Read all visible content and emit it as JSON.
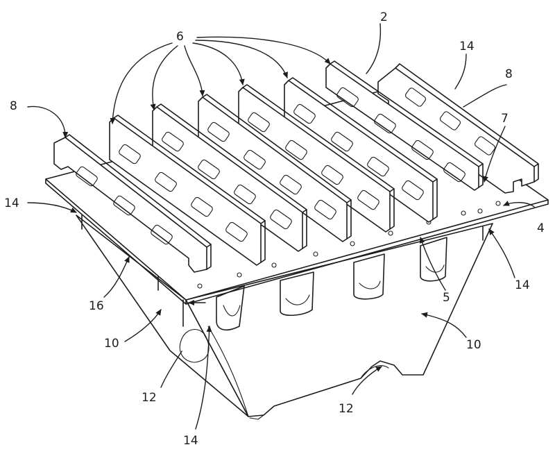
{
  "figure": {
    "reference_labels": [
      {
        "id": "label-2",
        "text": "2"
      },
      {
        "id": "label-6",
        "text": "6"
      },
      {
        "id": "label-14-tr",
        "text": "14"
      },
      {
        "id": "label-8-right",
        "text": "8"
      },
      {
        "id": "label-8-left",
        "text": "8"
      },
      {
        "id": "label-7",
        "text": "7"
      },
      {
        "id": "label-14-left",
        "text": "14"
      },
      {
        "id": "label-4",
        "text": "4"
      },
      {
        "id": "label-5",
        "text": "5"
      },
      {
        "id": "label-14-right",
        "text": "14"
      },
      {
        "id": "label-16",
        "text": "16"
      },
      {
        "id": "label-10-left",
        "text": "10"
      },
      {
        "id": "label-10-right",
        "text": "10"
      },
      {
        "id": "label-12-left",
        "text": "12"
      },
      {
        "id": "label-12-bottom",
        "text": "12"
      },
      {
        "id": "label-14-bottom",
        "text": "14"
      }
    ]
  }
}
